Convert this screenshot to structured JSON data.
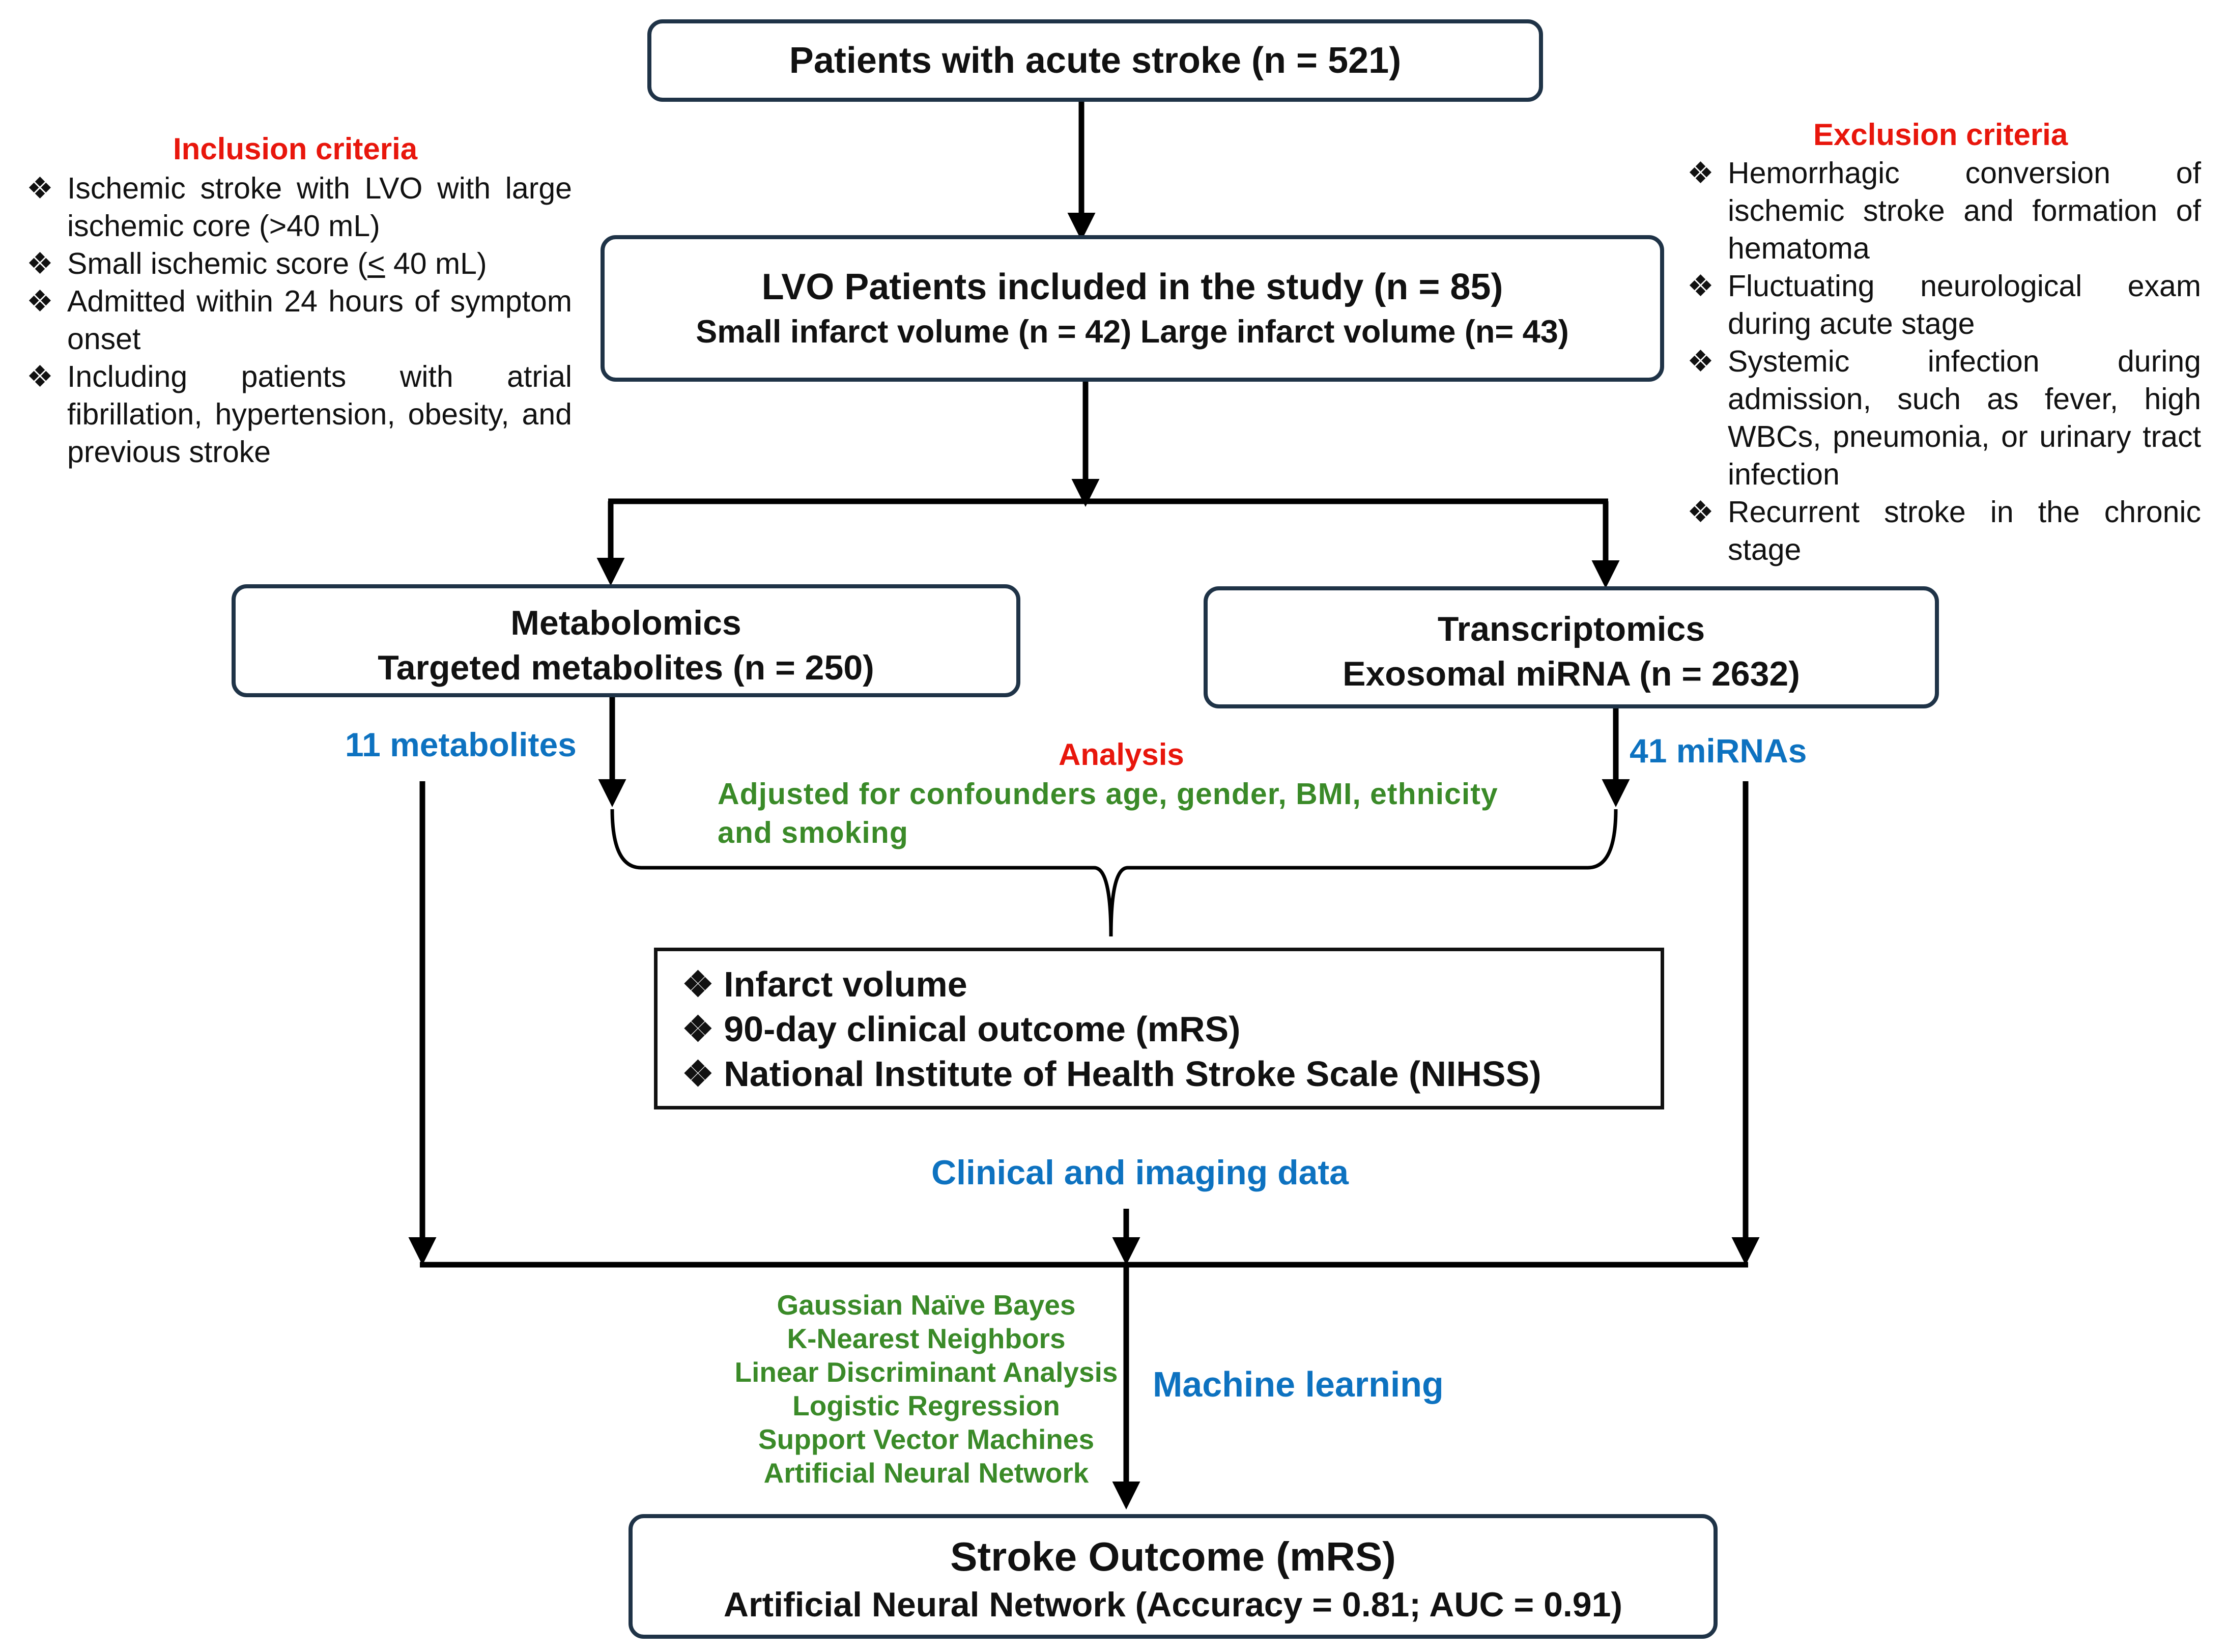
{
  "top_box": {
    "title": "Patients with acute stroke (n = 521)"
  },
  "inclusion": {
    "title": "Inclusion criteria",
    "bullet": "❖",
    "items": [
      {
        "a": "Ischemic stroke with LVO with large ischemic core (>40 mL)"
      },
      {
        "a": "Small ischemic score (",
        "u": "<",
        "b": " 40 mL)"
      },
      {
        "a": "Admitted within 24 hours of symptom onset"
      },
      {
        "a": "Including patients with atrial fibrillation, hypertension, obesity, and previous stroke"
      }
    ]
  },
  "exclusion": {
    "title": "Exclusion criteria",
    "items": [
      "Hemorrhagic conversion of ischemic stroke and formation of hematoma",
      "Fluctuating neurological exam during acute stage",
      "Systemic infection during admission, such as fever, high WBCs, pneumonia, or urinary tract infection",
      "Recurrent stroke in the chronic stage"
    ]
  },
  "lvo_box": {
    "line1": "LVO Patients included in the study (n = 85)",
    "line2": "Small infarct volume (n = 42) Large infarct volume (n= 43)"
  },
  "metabolomics_box": {
    "line1": "Metabolomics",
    "line2": "Targeted metabolites (n = 250)"
  },
  "transcriptomics_box": {
    "line1": "Transcriptomics",
    "line2": "Exosomal miRNA (n = 2632)"
  },
  "labels": {
    "metabolites": "11 metabolites",
    "mirnas": "41 miRNAs",
    "analysis": "Analysis",
    "adjusted_line1": "Adjusted for confounders age, gender, BMI, ethnicity",
    "adjusted_line2": "and smoking",
    "clinical": "Clinical and imaging data",
    "machine_learning": "Machine learning"
  },
  "outcomes_box": {
    "items": [
      "Infarct volume",
      "90-day clinical outcome (mRS)",
      "National Institute of Health Stroke Scale (NIHSS)"
    ]
  },
  "ml_methods": [
    "Gaussian Naïve Bayes",
    "K-Nearest Neighbors",
    "Linear Discriminant Analysis",
    "Logistic Regression",
    "Support Vector Machines",
    "Artificial Neural Network"
  ],
  "result_box": {
    "line1": "Stroke Outcome (mRS)",
    "line2": "Artificial Neural Network (Accuracy = 0.81; AUC = 0.91)"
  },
  "colors": {
    "red": "#e8160c",
    "blue": "#0d72c0",
    "green": "#3a8a28",
    "box_border": "#1f3347"
  }
}
